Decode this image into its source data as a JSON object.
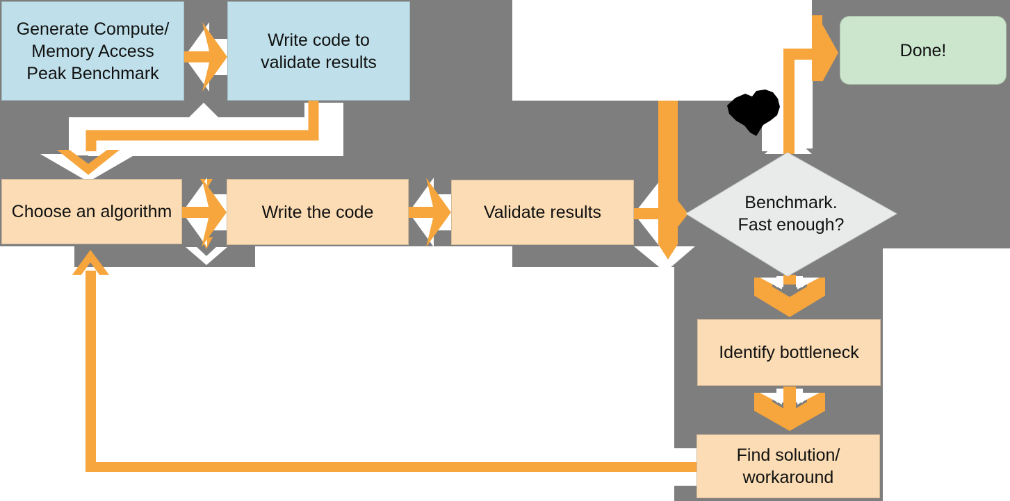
{
  "diagram": {
    "kind": "flowchart",
    "nodes": {
      "generate": {
        "label": "Generate Compute/\nMemory Access\nPeak Benchmark",
        "shape": "rectangle",
        "color_key": "blue"
      },
      "write_validate": {
        "label": "Write code to\nvalidate results",
        "shape": "rectangle",
        "color_key": "blue"
      },
      "choose": {
        "label": "Choose an algorithm",
        "shape": "rectangle",
        "color_key": "peach"
      },
      "write_code": {
        "label": "Write the code",
        "shape": "rectangle",
        "color_key": "peach"
      },
      "validate": {
        "label": "Validate results",
        "shape": "rectangle",
        "color_key": "peach"
      },
      "benchmark": {
        "label": "Benchmark.\nFast enough?",
        "shape": "diamond",
        "color_key": "diamond"
      },
      "done": {
        "label": "Done!",
        "shape": "rounded-rectangle",
        "color_key": "green"
      },
      "identify": {
        "label": "Identify bottleneck",
        "shape": "rectangle",
        "color_key": "peach"
      },
      "find": {
        "label": "Find solution/\nworkaround",
        "shape": "rectangle",
        "color_key": "peach"
      }
    },
    "edges": [
      {
        "from": "generate",
        "to": "write_validate",
        "style": "orange-white double arrow"
      },
      {
        "from": "write_validate",
        "to": "choose",
        "style": "orange-white loop arrow"
      },
      {
        "from": "choose",
        "to": "write_code",
        "style": "orange-white double arrow"
      },
      {
        "from": "write_code",
        "to": "validate",
        "style": "orange-white double arrow"
      },
      {
        "from": "validate",
        "to": "benchmark",
        "style": "orange-white arrow with tall drop bar"
      },
      {
        "from": "benchmark",
        "to": "done",
        "style": "orange bent up arrow"
      },
      {
        "from": "benchmark",
        "to": "identify",
        "style": "orange-white chevron arrow"
      },
      {
        "from": "identify",
        "to": "find",
        "style": "orange-white chevron arrow"
      },
      {
        "from": "find",
        "to": "choose",
        "style": "orange return line"
      }
    ],
    "annotations": [
      {
        "name": "black-annotation-arrow",
        "description": "black hand-drawn arrowhead pointing toward the benchmark-to-done path"
      }
    ]
  },
  "palette": {
    "gray": "#7E7E7E",
    "white": "#FFFFFF",
    "orange": "#F6A63C",
    "blue": "#BFE0EA",
    "peach": "#FBDCB4",
    "green": "#CBE6CD",
    "diamond": "#E9EAEA",
    "black": "#000000",
    "text": "#111111"
  }
}
